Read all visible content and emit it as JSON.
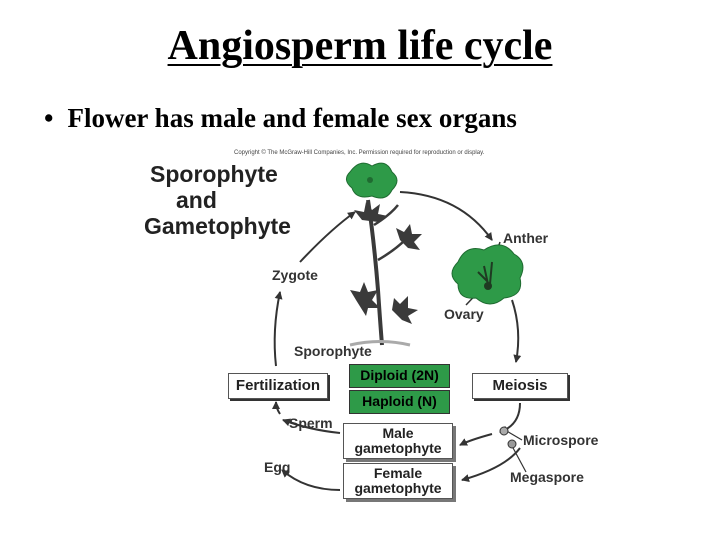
{
  "slide": {
    "title": "Angiosperm life cycle",
    "bullet": "Flower has male and female sex organs"
  },
  "figure": {
    "copyright": "Copyright © The McGraw-Hill Companies, Inc. Permission required for reproduction or display.",
    "heading_lines": [
      "Sporophyte",
      "and",
      "Gametophyte"
    ],
    "labels": {
      "anther": "Anther",
      "zygote": "Zygote",
      "ovary": "Ovary",
      "sporophyte": "Sporophyte",
      "sperm": "Sperm",
      "microspore": "Microspore",
      "egg": "Egg",
      "megaspore": "Megaspore"
    },
    "boxes": {
      "fertilization": "Fertilization",
      "meiosis": "Meiosis",
      "diploid": "Diploid (2N)",
      "haploid": "Haploid (N)",
      "male_gametophyte_lines": [
        "Male",
        "gametophyte"
      ],
      "female_gametophyte_lines": [
        "Female",
        "gametophyte"
      ]
    },
    "colors": {
      "plant_green": "#2e9a48",
      "leaf_dark": "#3a3a3a",
      "arrow": "#333333"
    }
  }
}
